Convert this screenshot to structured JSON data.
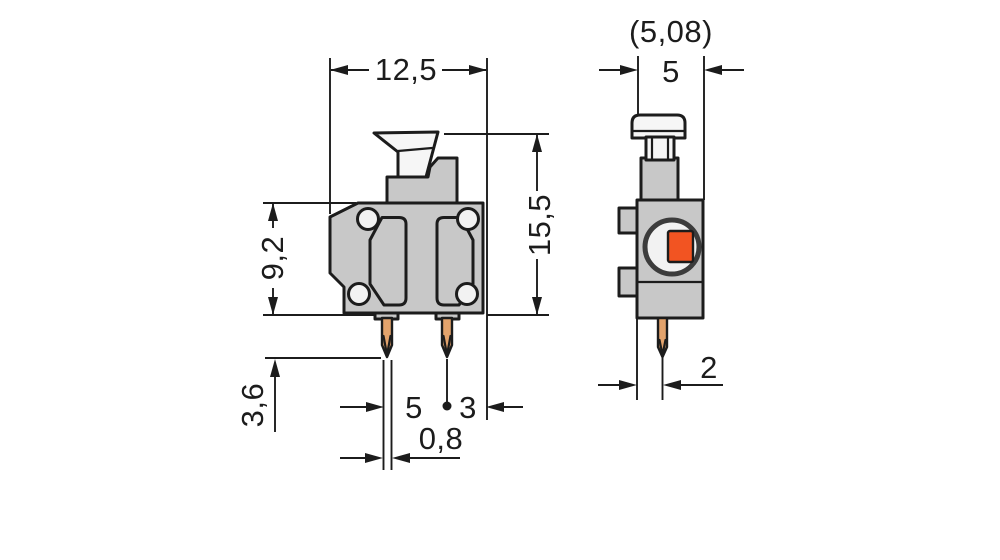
{
  "drawing": {
    "type": "technical-dimension-drawing",
    "subject": "push-button terminal block, front and side view",
    "units": "mm"
  },
  "dims": {
    "front_width": "12,5",
    "front_total_height": "15,5",
    "front_body_height": "9,2",
    "front_pin_length": "3,6",
    "front_pin_pitch": "5",
    "front_pin_to_edge": "3",
    "front_pin_width": "0,8",
    "side_pitch_nominal": "(5,08)",
    "side_width": "5",
    "side_pin_offset": "2"
  },
  "colors": {
    "line": "#1c1c1c",
    "body_gray": "#c8c8c8",
    "button_white": "#f6f6f6",
    "pin_copper": "#e3a36c",
    "clamp_orange": "#f25422",
    "clamp_ring": "#3c3c3c",
    "window_fill": "#f2f2f2",
    "background": "#ffffff"
  }
}
